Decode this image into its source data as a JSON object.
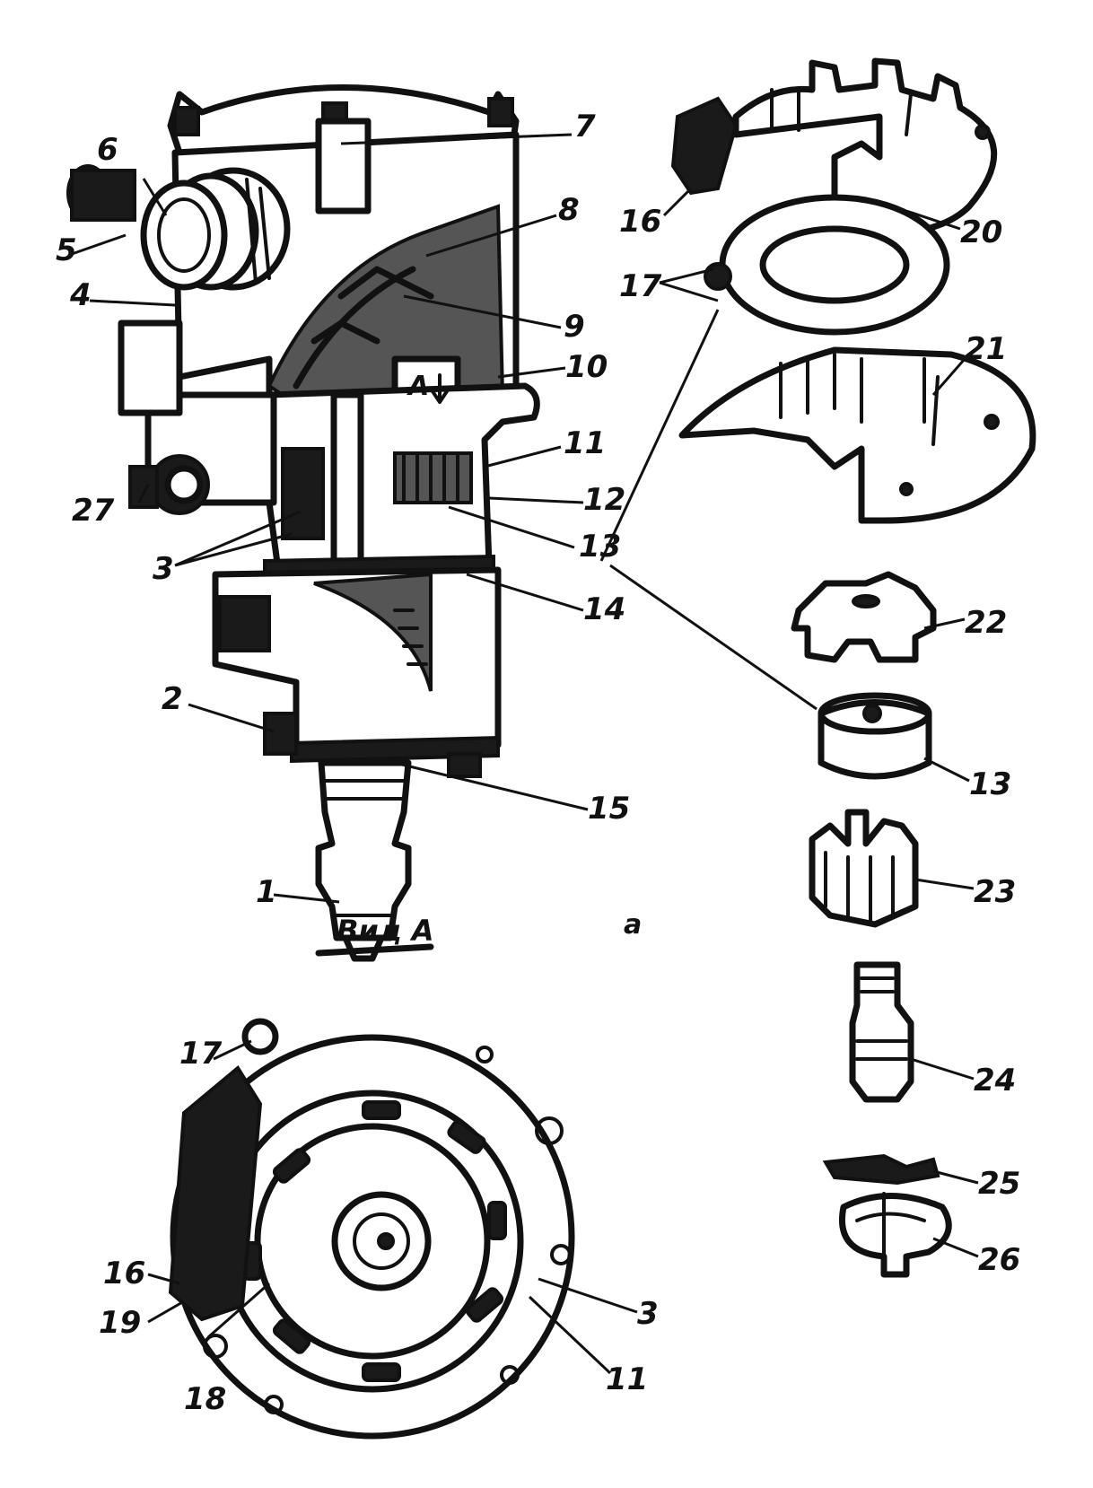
{
  "view_label": "Вид А",
  "section_arrow_label": "A",
  "figure_letter": "а",
  "callouts": {
    "c1": "1",
    "c2": "2",
    "c3a": "3",
    "c4": "4",
    "c5": "5",
    "c6": "6",
    "c7": "7",
    "c8": "8",
    "c9": "9",
    "c10": "10",
    "c11a": "11",
    "c12": "12",
    "c13a": "13",
    "c14": "14",
    "c15": "15",
    "c27": "27",
    "c16a": "16",
    "c17a": "17",
    "c20": "20",
    "c21": "21",
    "c22": "22",
    "c13b": "13",
    "c23": "23",
    "c24": "24",
    "c25": "25",
    "c26": "26",
    "c17b": "17",
    "c16b": "16",
    "c19": "19",
    "c18": "18",
    "c3b": "3",
    "c11b": "11"
  }
}
